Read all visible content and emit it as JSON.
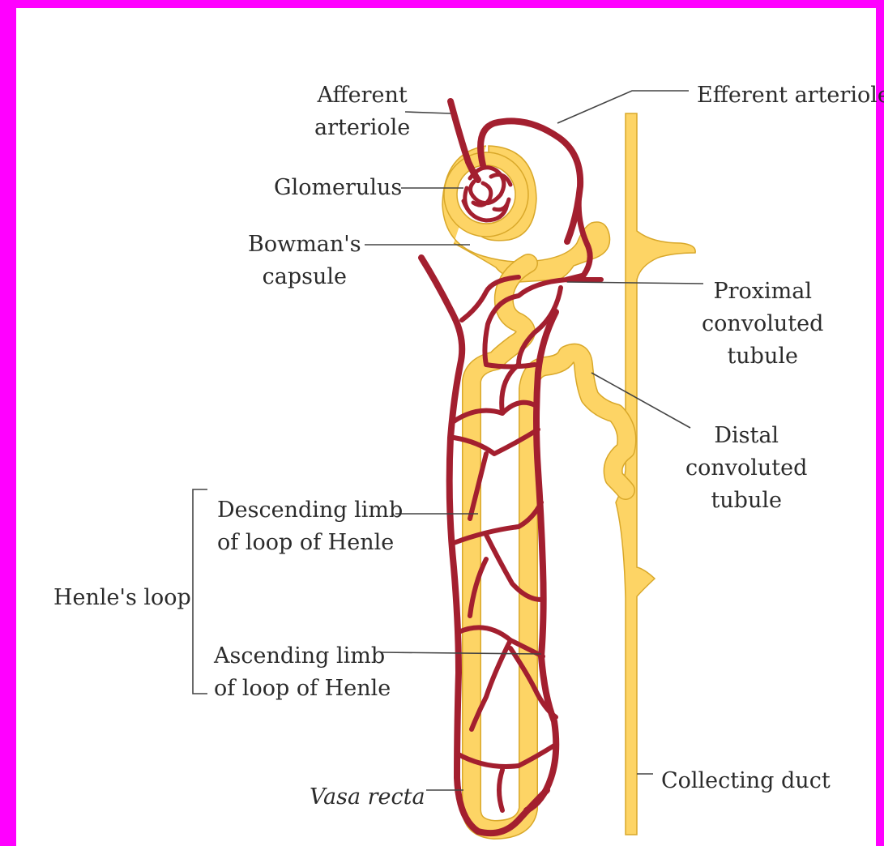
{
  "labels": {
    "afferent_arteriole": [
      "Afferent",
      "arteriole"
    ],
    "efferent_arteriole": "Efferent arteriole",
    "glomerulus": "Glomerulus",
    "bowmans_capsule": [
      "Bowman's",
      "capsule"
    ],
    "proximal_tubule": [
      "Proximal",
      "convoluted",
      "tubule"
    ],
    "distal_tubule": [
      "Distal",
      "convoluted",
      "tubule"
    ],
    "descending_limb": [
      "Descending limb",
      "of loop of Henle"
    ],
    "henles_loop": "Henle's loop",
    "ascending_limb": [
      "Ascending limb",
      "of loop of Henle"
    ],
    "collecting_duct": "Collecting duct",
    "vasa_recta": "Vasa recta"
  },
  "colors": {
    "frame": "#ff00ff",
    "tubule_fill": "#fdd465",
    "tubule_outline": "#d9a82a",
    "blood_vessel": "#a31f2f",
    "leader_line": "#444444",
    "text": "#2b2b2b"
  }
}
